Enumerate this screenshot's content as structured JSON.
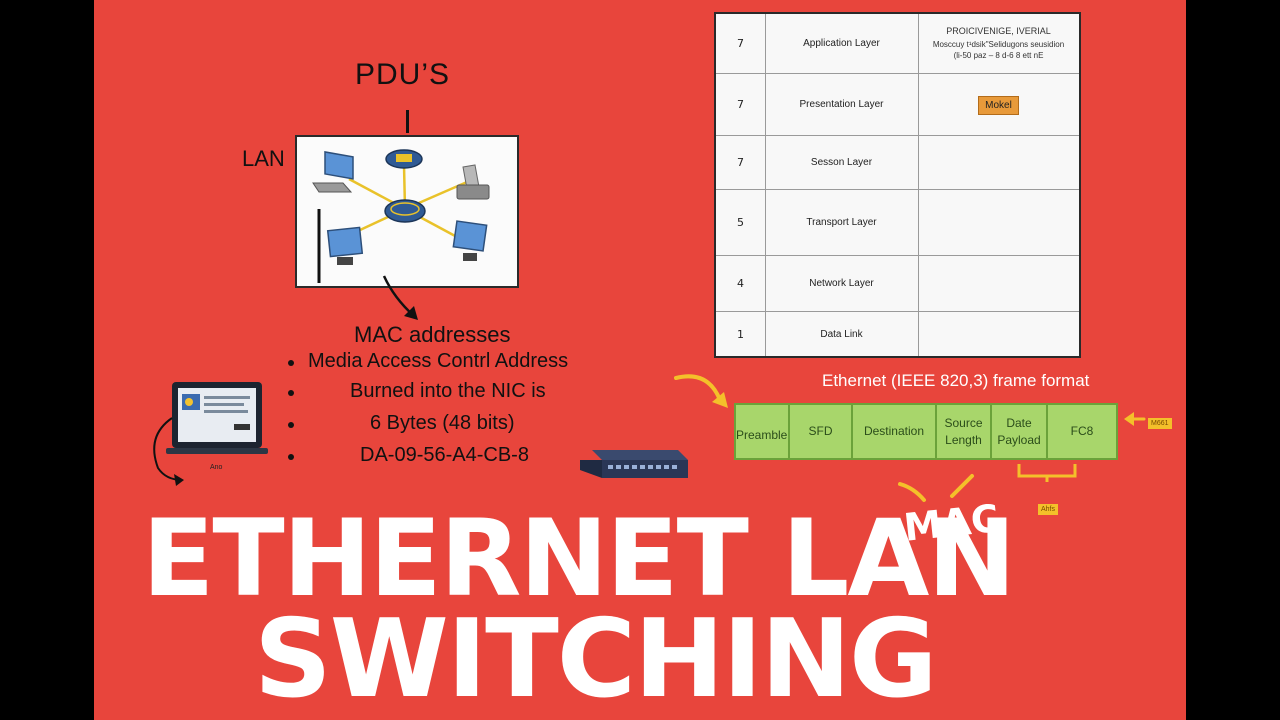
{
  "diagram": {
    "pdu_title": "PDU’S",
    "lan_label": "LAN",
    "mac": {
      "heading": "MAC addresses",
      "bullets": [
        "Media Access Contrl Address",
        "Burned into the NIC is",
        "6 Bytes (48 bits)",
        "DA-09-56-A4-CB-8"
      ]
    },
    "laptop_caption": "Ano",
    "osi_table": {
      "header_title": "PROICIVENIGE, IVERIAL",
      "header_line1": "Mosccuy t¹dsik\"Selidugons seusidion",
      "header_line2": "(li-50 paz – 8 d-6 8 ett nE",
      "badge": "Mokel",
      "rows": [
        {
          "num": "7",
          "name": "Application Layer"
        },
        {
          "num": "7",
          "name": "Presentation Layer"
        },
        {
          "num": "7",
          "name": "Sesson Layer"
        },
        {
          "num": "5",
          "name": "Transport Layer"
        },
        {
          "num": "4",
          "name": "Network Layer"
        },
        {
          "num": "1",
          "name": "Data Link"
        }
      ]
    },
    "frame": {
      "title": "Ethernet (IEEE 820,3) frame format",
      "fields": [
        {
          "line1": "Preamble",
          "line2": ""
        },
        {
          "line1": "SFD",
          "line2": ""
        },
        {
          "line1": "Destination",
          "line2": ""
        },
        {
          "line1": "Source",
          "line2": "Length"
        },
        {
          "line1": "Date",
          "line2": "Payload"
        },
        {
          "line1": "FC8",
          "line2": ""
        }
      ],
      "side_tag": "M661",
      "bottom_tag": "Ahfs"
    },
    "title_line1": "ETHERNET LAN",
    "title_mac": "MAC",
    "title_line2": "SWITCHING"
  },
  "colors": {
    "background": "#e8453c",
    "frame_fill": "#a8d66b",
    "frame_border": "#6ba23a",
    "arrow_yellow": "#f4c02a",
    "badge_orange": "#e89a3a"
  }
}
